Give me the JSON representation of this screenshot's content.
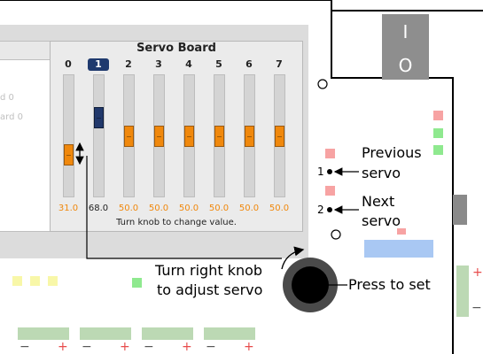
{
  "panel": {
    "title": "Servo Board",
    "hint": "Turn knob to change value.",
    "selected_index": 1,
    "servos": [
      {
        "index": "0",
        "value": "31.0",
        "level": 0.31
      },
      {
        "index": "1",
        "value": "68.0",
        "level": 0.68
      },
      {
        "index": "2",
        "value": "50.0",
        "level": 0.5
      },
      {
        "index": "3",
        "value": "50.0",
        "level": 0.5
      },
      {
        "index": "4",
        "value": "50.0",
        "level": 0.5
      },
      {
        "index": "5",
        "value": "50.0",
        "level": 0.5
      },
      {
        "index": "6",
        "value": "50.0",
        "level": 0.5
      },
      {
        "index": "7",
        "value": "50.0",
        "level": 0.5
      }
    ]
  },
  "left_list": {
    "items": [
      "d 0",
      "ard 0"
    ]
  },
  "power_switch": {
    "top": "I",
    "bottom": "O"
  },
  "annotations": {
    "prev_num": "1",
    "prev_line1": "Previous",
    "prev_line2": "servo",
    "next_num": "2",
    "next_line1": "Next",
    "next_line2": "servo",
    "knob_line1": "Turn right knob",
    "knob_line2": "to adjust servo",
    "press": "Press to set"
  },
  "terminals": {
    "minus": "−",
    "plus": "+"
  },
  "colors": {
    "accent": "#f0880c",
    "selected": "#1f3a6e",
    "led_red": "#f7a3a3",
    "led_green": "#8fe98f",
    "led_yellow": "#f8f7a8",
    "blue_bar": "#a9c8f3",
    "connector_green": "#bcd9b4",
    "terminal_red": "#e84c4c"
  }
}
